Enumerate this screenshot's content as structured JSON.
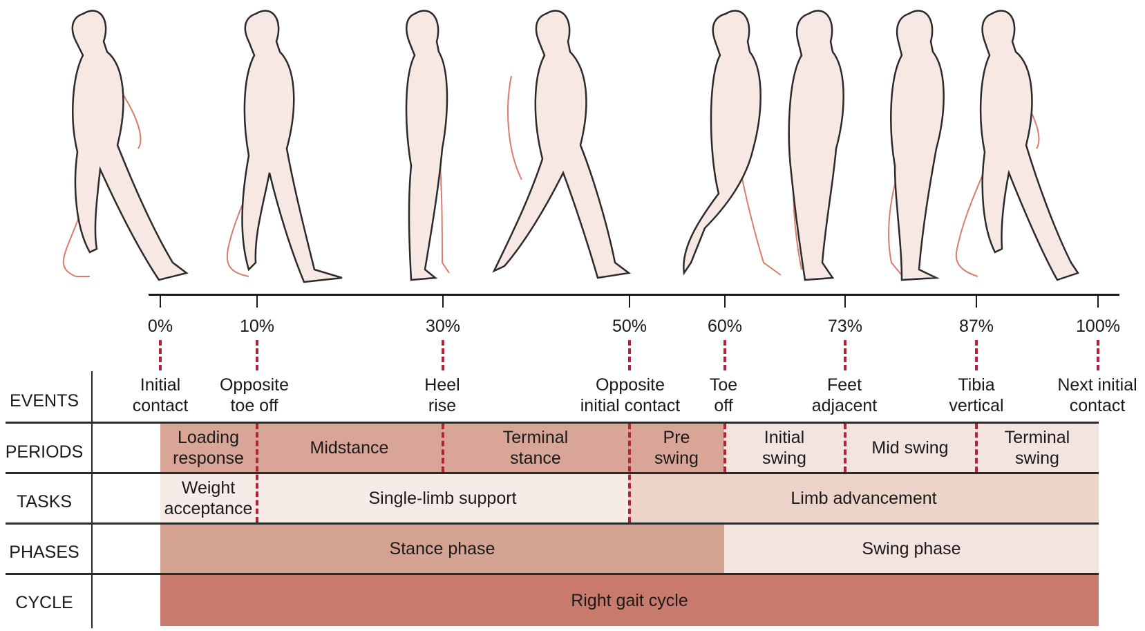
{
  "colors": {
    "periods_stance": "#d9a597",
    "periods_swing": "#f4e4df",
    "tasks_weight": "#f7ebe7",
    "tasks_single": "#f7ebe7",
    "tasks_limb": "#ecd5c8",
    "stance_phase": "#d4a392",
    "swing_phase": "#f4e4df",
    "cycle": "#c87a6c",
    "dash": "#b0243a",
    "skin": "#f7e8e4",
    "back_leg": "#d97c6a"
  },
  "timeline_percents": [
    "0%",
    "10%",
    "30%",
    "50%",
    "60%",
    "73%",
    "87%",
    "100%"
  ],
  "row_labels": {
    "events": "EVENTS",
    "periods": "PERIODS",
    "tasks": "TASKS",
    "phases": "PHASES",
    "cycle": "CYCLE"
  },
  "events": [
    {
      "line1": "Initial",
      "line2": "contact"
    },
    {
      "line1": "Opposite",
      "line2": "toe off"
    },
    {
      "line1": "Heel",
      "line2": "rise"
    },
    {
      "line1": "Opposite",
      "line2": "initial contact"
    },
    {
      "line1": "Toe",
      "line2": "off"
    },
    {
      "line1": "Feet",
      "line2": "adjacent"
    },
    {
      "line1": "Tibia",
      "line2": "vertical"
    },
    {
      "line1": "Next initial",
      "line2": "contact"
    }
  ],
  "periods": [
    {
      "line1": "Loading",
      "line2": "response"
    },
    {
      "line1": "Midstance",
      "line2": ""
    },
    {
      "line1": "Terminal",
      "line2": "stance"
    },
    {
      "line1": "Pre",
      "line2": "swing"
    },
    {
      "line1": "Initial",
      "line2": "swing"
    },
    {
      "line1": "Mid swing",
      "line2": ""
    },
    {
      "line1": "Terminal",
      "line2": "swing"
    }
  ],
  "tasks": [
    {
      "line1": "Weight",
      "line2": "acceptance"
    },
    {
      "line1": "Single-limb support",
      "line2": ""
    },
    {
      "line1": "Limb advancement",
      "line2": ""
    }
  ],
  "phases": [
    {
      "label": "Stance phase"
    },
    {
      "label": "Swing phase"
    }
  ],
  "cycle": {
    "label": "Right gait cycle"
  },
  "figure_poses": [
    "initial-contact",
    "opposite-toe-off",
    "heel-rise",
    "opposite-initial-contact",
    "toe-off",
    "feet-adjacent",
    "tibia-vertical",
    "next-initial-contact"
  ]
}
